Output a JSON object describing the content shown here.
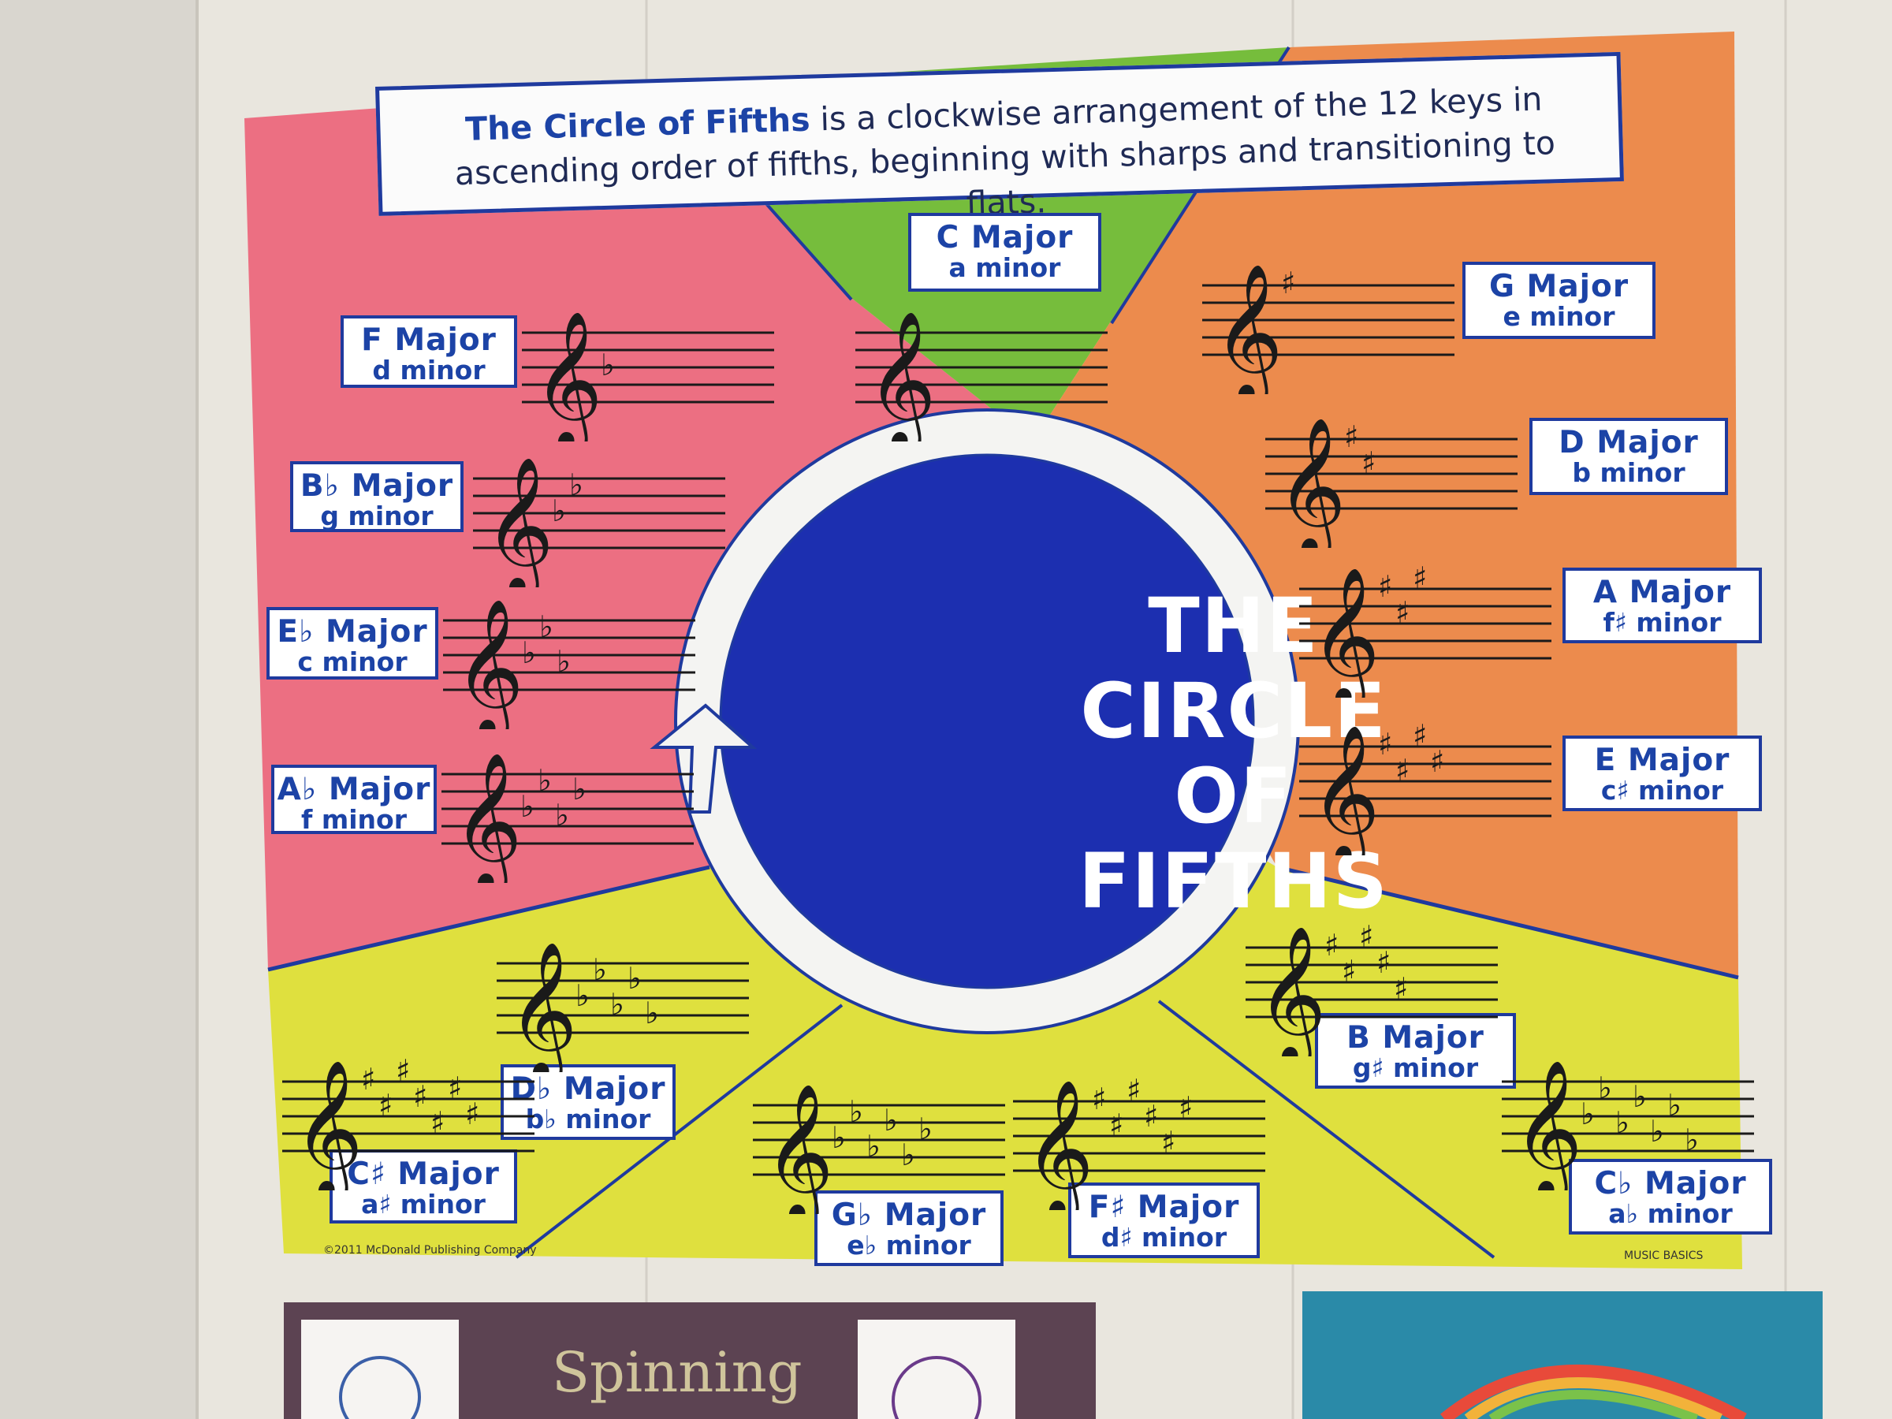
{
  "poster": {
    "title_bold": "The Circle of Fifths",
    "title_line1_rest": " is a clockwise arrangement of the 12 keys in",
    "title_line2": "ascending order of fifths, beginning with sharps and transitioning to flats.",
    "center_title": [
      "THE",
      "CIRCLE",
      "OF",
      "FIFTHS"
    ],
    "copyright": "©2011 McDonald Publishing Company",
    "series": "MUSIC BASICS",
    "colors": {
      "pink": "#ec6f82",
      "green": "#77bf3d",
      "orange": "#ec8a4b",
      "yellow": "#dfe03c",
      "blue": "#1c2fb0",
      "label_text": "#1c43a6"
    },
    "keys": [
      {
        "id": "c",
        "major": "C Major",
        "minor": "a minor",
        "accidentals": "none",
        "count": 0
      },
      {
        "id": "g",
        "major": "G Major",
        "minor": "e minor",
        "accidentals": "sharps",
        "count": 1
      },
      {
        "id": "d",
        "major": "D Major",
        "minor": "b minor",
        "accidentals": "sharps",
        "count": 2
      },
      {
        "id": "a",
        "major": "A Major",
        "minor": "f♯ minor",
        "accidentals": "sharps",
        "count": 3
      },
      {
        "id": "e",
        "major": "E Major",
        "minor": "c♯ minor",
        "accidentals": "sharps",
        "count": 4
      },
      {
        "id": "b",
        "major": "B Major",
        "minor": "g♯ minor",
        "accidentals": "sharps",
        "count": 5
      },
      {
        "id": "fs",
        "major": "F♯ Major",
        "minor": "d♯ minor",
        "accidentals": "sharps",
        "count": 6
      },
      {
        "id": "cs",
        "major": "C♯ Major",
        "minor": "a♯ minor",
        "accidentals": "sharps",
        "count": 7
      },
      {
        "id": "cb",
        "major": "C♭ Major",
        "minor": "a♭ minor",
        "accidentals": "flats",
        "count": 7
      },
      {
        "id": "gb",
        "major": "G♭ Major",
        "minor": "e♭ minor",
        "accidentals": "flats",
        "count": 6
      },
      {
        "id": "db",
        "major": "D♭ Major",
        "minor": "b♭ minor",
        "accidentals": "flats",
        "count": 5
      },
      {
        "id": "ab",
        "major": "A♭ Major",
        "minor": "f minor",
        "accidentals": "flats",
        "count": 4
      },
      {
        "id": "eb",
        "major": "E♭ Major",
        "minor": "c minor",
        "accidentals": "flats",
        "count": 3
      },
      {
        "id": "bb",
        "major": "B♭ Major",
        "minor": "g minor",
        "accidentals": "flats",
        "count": 2
      },
      {
        "id": "f",
        "major": "F Major",
        "minor": "d minor",
        "accidentals": "flats",
        "count": 1
      }
    ]
  },
  "below": {
    "left_art_text": "Spinning"
  }
}
